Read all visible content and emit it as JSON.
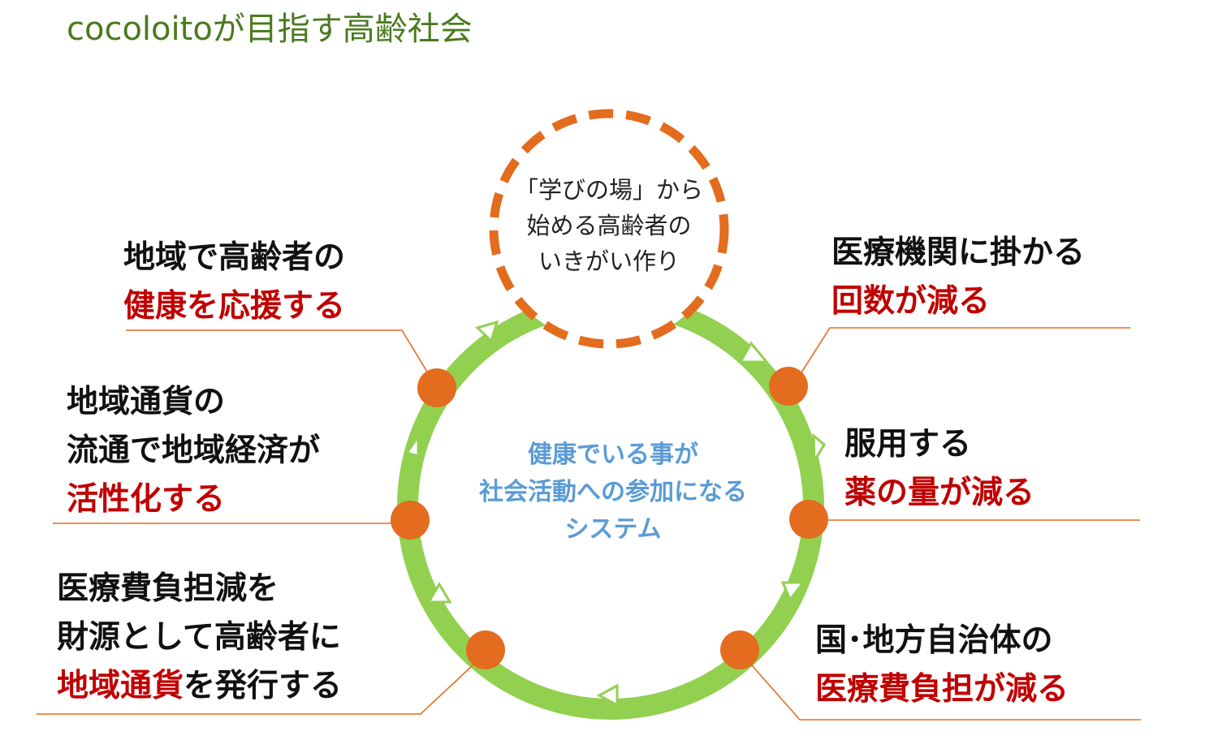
{
  "title": "cocoloitoが目指す高齢社会",
  "top_node": {
    "lines": [
      "「学びの場」から",
      "始める高齢者の",
      "いきがい作り"
    ]
  },
  "center": {
    "lines": [
      "健康でいる事が",
      "社会活動への参加になる",
      "システム"
    ]
  },
  "outcomes": {
    "left_1": {
      "lines": [
        "地域で高齢者の"
      ],
      "highlight": "健康を応援する",
      "suffix": ""
    },
    "left_2": {
      "lines": [
        "地域通貨の",
        "流通で地域経済が"
      ],
      "highlight": "活性化する",
      "suffix": ""
    },
    "left_3": {
      "lines": [
        "医療費負担減を",
        "財源として高齢者に"
      ],
      "highlight": "地域通貨",
      "suffix": "を発行する"
    },
    "right_1": {
      "lines": [
        "医療機関に掛かる"
      ],
      "highlight": "回数が減る",
      "suffix": ""
    },
    "right_2": {
      "lines": [
        "服用する"
      ],
      "highlight": "薬の量が減る",
      "suffix": ""
    },
    "right_3": {
      "lines": [
        "国･地方自治体の"
      ],
      "highlight": "医療費負担が減る",
      "suffix": ""
    }
  },
  "colors": {
    "title": "#4a7a1e",
    "ring": "#92d050",
    "node": "#e36c1f",
    "dashed_circle": "#e36c1f",
    "highlight_text": "#c00000",
    "center_text": "#5b9bd5"
  }
}
